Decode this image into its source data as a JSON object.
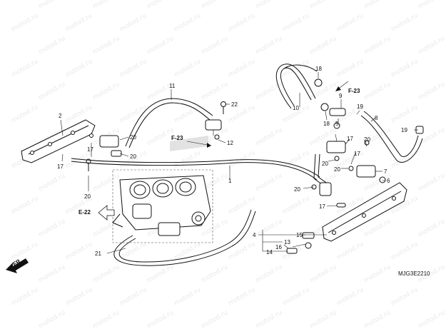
{
  "watermark": "motod.ru",
  "drawing_code": "MJG3E2210",
  "direction_arrow": {
    "label": "FR.",
    "icon": "arrow-down-left-icon"
  },
  "refs": {
    "f23_a": "F-23",
    "f23_b": "F-23",
    "e22": "E-22"
  },
  "callouts": {
    "c1": "1",
    "c2": "2",
    "c4": "4",
    "c5": "5",
    "c6": "6",
    "c7": "7",
    "c8": "8",
    "c9": "9",
    "c10": "10",
    "c11": "11",
    "c12": "12",
    "c13": "13",
    "c14": "14",
    "c15": "15",
    "c16": "16",
    "c17a": "17",
    "c17b": "17",
    "c17c": "17",
    "c17d": "17",
    "c17e": "17",
    "c18a": "18",
    "c18b": "18",
    "c19a": "19",
    "c19b": "19",
    "c20a": "20",
    "c20b": "20",
    "c20c": "20",
    "c20d": "20",
    "c20e": "20",
    "c20f": "20",
    "c20g": "20",
    "c21": "21",
    "c22": "22"
  }
}
